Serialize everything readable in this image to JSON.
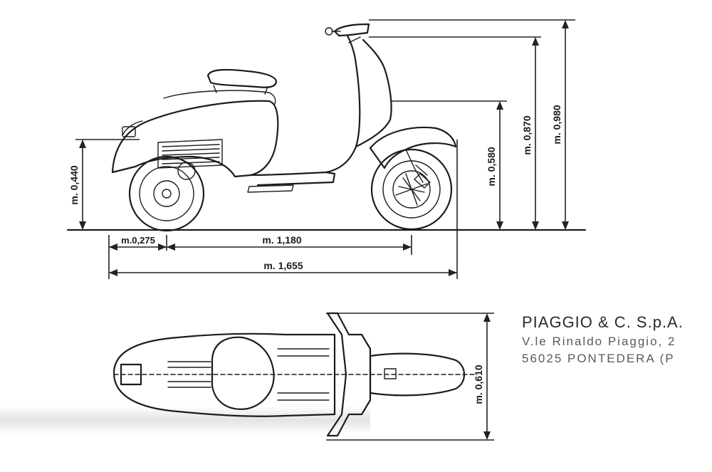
{
  "dimensions": {
    "wheel_height": "m. 0,440",
    "rear_overhang": "m.0,275",
    "wheelbase": "m. 1,180",
    "total_length": "m. 1,655",
    "seat_height": "m. 0,580",
    "mirror_height": "m. 0,870",
    "total_height": "m. 0,980",
    "handlebar_width": "m. 0,610"
  },
  "company": {
    "name": "PIAGGIO & C. S.p.A.",
    "street": "V.le Rinaldo Piaggio, 2",
    "city": "56025 PONTEDERA (P"
  },
  "colors": {
    "ink": "#1c1c1c",
    "paper": "#ffffff"
  }
}
